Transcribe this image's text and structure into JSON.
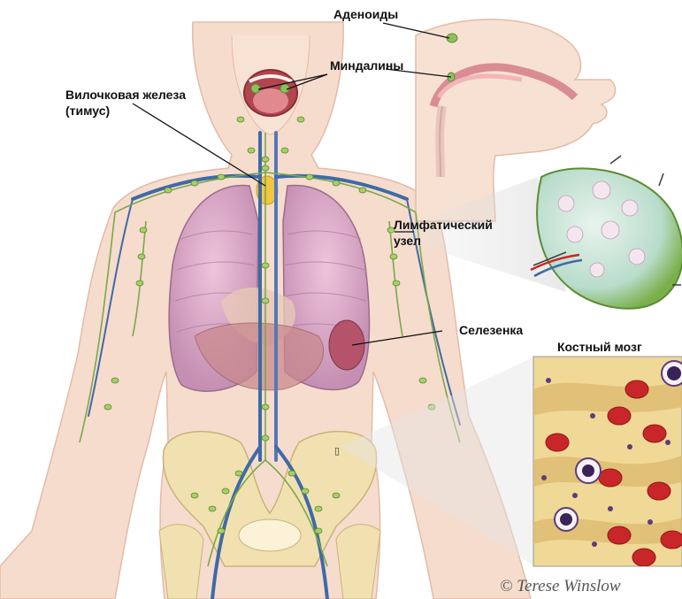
{
  "labels": {
    "adenoids": "Аденоиды",
    "tonsils": "Миндалины",
    "thymus_line1": "Вилочковая железа",
    "thymus_line2": "(тимус)",
    "lymph_node_line1": "Лимфатический",
    "lymph_node_line2": "узел",
    "spleen": "Селезенка",
    "bone_marrow": "Костный мозг"
  },
  "copyright": "© Terese Winslow",
  "pointer_glyph": "▯",
  "colors": {
    "skin": "#f6dccd",
    "lung": "#d9a9c4",
    "liver": "#c98a8e",
    "vessel_blue": "#3f6aa6",
    "lymph_green": "#8cc05a",
    "bone": "#f1e1b0",
    "red_cell": "#c9262a"
  }
}
